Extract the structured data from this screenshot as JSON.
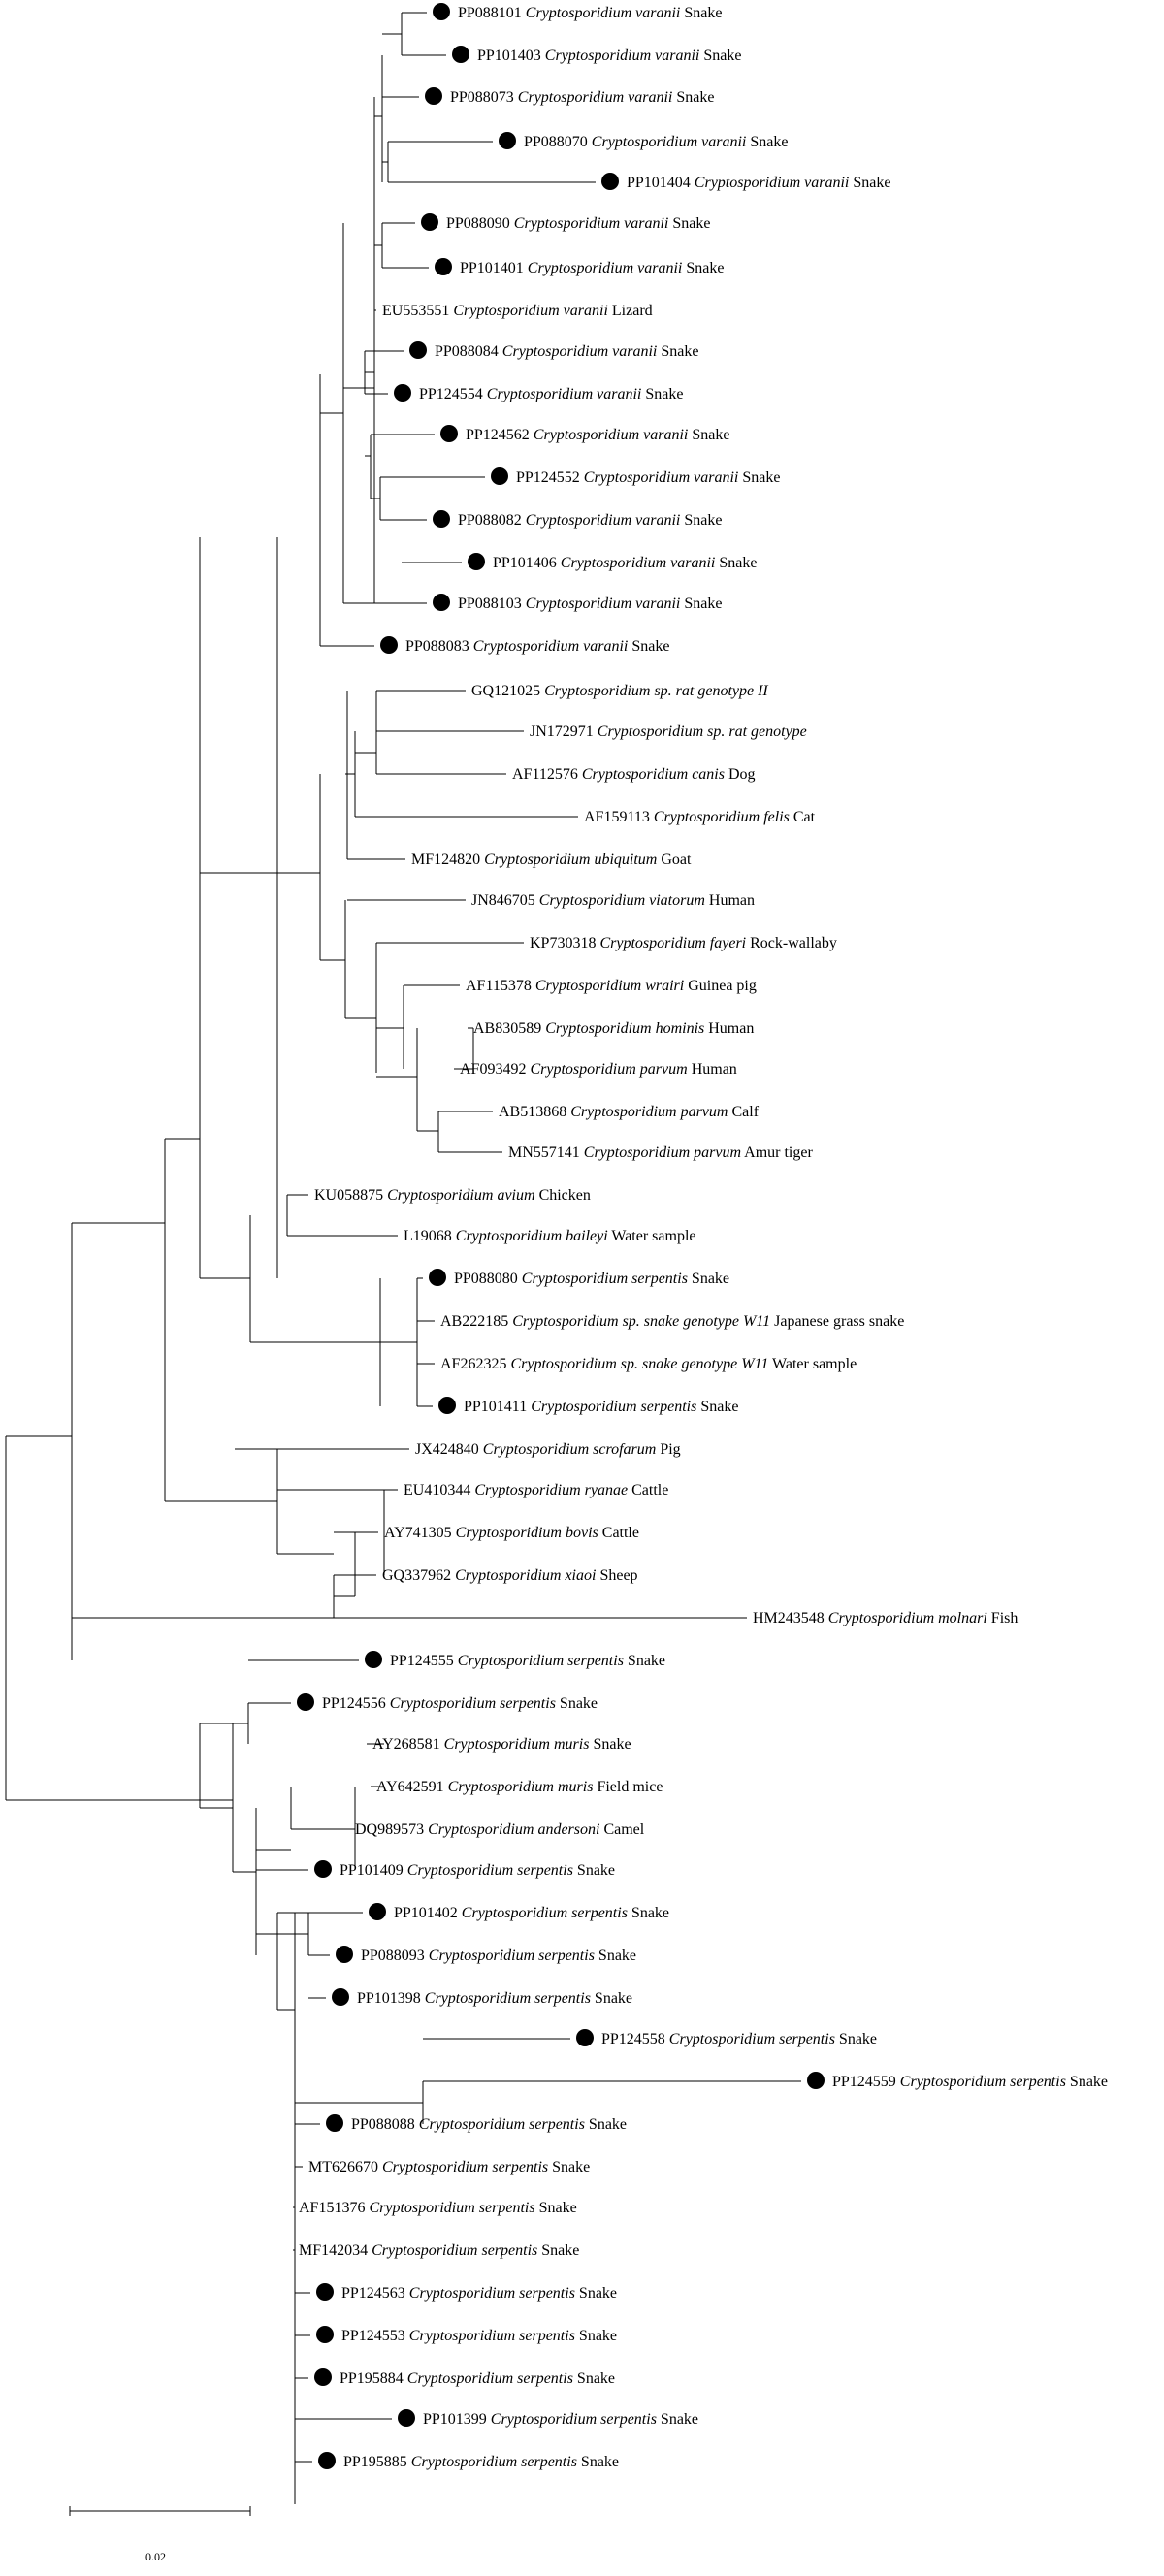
{
  "tree": {
    "leaves": [
      {
        "acc": "PP088101",
        "sp": "Cryptosporidium varanii",
        "host": "Snake",
        "dot": true
      },
      {
        "acc": "PP101403",
        "sp": "Cryptosporidium varanii",
        "host": "Snake",
        "dot": true
      },
      {
        "acc": "PP088073",
        "sp": "Cryptosporidium varanii",
        "host": "Snake",
        "dot": true
      },
      {
        "acc": "PP088070",
        "sp": "Cryptosporidium varanii",
        "host": "Snake",
        "dot": true
      },
      {
        "acc": "PP101404",
        "sp": "Cryptosporidium varanii",
        "host": "Snake",
        "dot": true
      },
      {
        "acc": "PP088090",
        "sp": "Cryptosporidium varanii",
        "host": "Snake",
        "dot": true
      },
      {
        "acc": "PP101401",
        "sp": "Cryptosporidium varanii",
        "host": "Snake",
        "dot": true
      },
      {
        "acc": "EU553551",
        "sp": "Cryptosporidium varanii",
        "host": "Lizard",
        "dot": false
      },
      {
        "acc": "PP088084",
        "sp": "Cryptosporidium varanii",
        "host": "Snake",
        "dot": true
      },
      {
        "acc": "PP124554",
        "sp": "Cryptosporidium varanii",
        "host": "Snake",
        "dot": true
      },
      {
        "acc": "PP124562",
        "sp": "Cryptosporidium varanii",
        "host": "Snake",
        "dot": true
      },
      {
        "acc": "PP124552",
        "sp": "Cryptosporidium varanii",
        "host": "Snake",
        "dot": true
      },
      {
        "acc": "PP088082",
        "sp": "Cryptosporidium varanii",
        "host": "Snake",
        "dot": true
      },
      {
        "acc": "PP101406",
        "sp": "Cryptosporidium varanii",
        "host": "Snake",
        "dot": true
      },
      {
        "acc": "PP088103",
        "sp": "Cryptosporidium varanii",
        "host": "Snake",
        "dot": true
      },
      {
        "acc": "PP088083",
        "sp": "Cryptosporidium varanii",
        "host": "Snake",
        "dot": true
      },
      {
        "acc": "GQ121025",
        "sp": "Cryptosporidium sp. rat genotype II",
        "host": "",
        "dot": false
      },
      {
        "acc": "JN172971",
        "sp": "Cryptosporidium sp. rat genotype",
        "host": "",
        "dot": false
      },
      {
        "acc": "AF112576",
        "sp": "Cryptosporidium canis",
        "host": "Dog",
        "dot": false
      },
      {
        "acc": "AF159113",
        "sp": "Cryptosporidium felis",
        "host": "Cat",
        "dot": false
      },
      {
        "acc": "MF124820",
        "sp": "Cryptosporidium ubiquitum",
        "host": "Goat",
        "dot": false
      },
      {
        "acc": "JN846705",
        "sp": "Cryptosporidium viatorum",
        "host": "Human",
        "dot": false
      },
      {
        "acc": "KP730318",
        "sp": "Cryptosporidium fayeri",
        "host": "Rock-wallaby",
        "dot": false
      },
      {
        "acc": "AF115378",
        "sp": "Cryptosporidium wrairi",
        "host": "Guinea pig",
        "dot": false
      },
      {
        "acc": "AB830589",
        "sp": "Cryptosporidium hominis",
        "host": "Human",
        "dot": false
      },
      {
        "acc": "AF093492",
        "sp": "Cryptosporidium parvum",
        "host": "Human",
        "dot": false
      },
      {
        "acc": "AB513868",
        "sp": "Cryptosporidium parvum",
        "host": "Calf",
        "dot": false
      },
      {
        "acc": "MN557141",
        "sp": "Cryptosporidium parvum",
        "host": "Amur tiger",
        "dot": false
      },
      {
        "acc": "KU058875",
        "sp": "Cryptosporidium avium",
        "host": "Chicken",
        "dot": false
      },
      {
        "acc": "L19068",
        "sp": "Cryptosporidium baileyi",
        "host": "Water sample",
        "dot": false
      },
      {
        "acc": "PP088080",
        "sp": "Cryptosporidium serpentis",
        "host": "Snake",
        "dot": true
      },
      {
        "acc": "AB222185",
        "sp": "Cryptosporidium sp. snake genotype W11",
        "host": "Japanese grass snake",
        "dot": false
      },
      {
        "acc": "AF262325",
        "sp": "Cryptosporidium sp. snake genotype W11",
        "host": "Water sample",
        "dot": false
      },
      {
        "acc": "PP101411",
        "sp": "Cryptosporidium serpentis",
        "host": "Snake",
        "dot": true
      },
      {
        "acc": "JX424840",
        "sp": "Cryptosporidium scrofarum",
        "host": "Pig",
        "dot": false
      },
      {
        "acc": "EU410344",
        "sp": "Cryptosporidium ryanae",
        "host": "Cattle",
        "dot": false
      },
      {
        "acc": "AY741305",
        "sp": "Cryptosporidium bovis",
        "host": "Cattle",
        "dot": false
      },
      {
        "acc": "GQ337962",
        "sp": "Cryptosporidium xiaoi",
        "host": "Sheep",
        "dot": false
      },
      {
        "acc": "HM243548",
        "sp": "Cryptosporidium molnari",
        "host": "Fish",
        "dot": false
      },
      {
        "acc": "PP124555",
        "sp": "Cryptosporidium serpentis",
        "host": "Snake",
        "dot": true
      },
      {
        "acc": "PP124556",
        "sp": "Cryptosporidium serpentis",
        "host": "Snake",
        "dot": true
      },
      {
        "acc": "AY268581",
        "sp": "Cryptosporidium muris",
        "host": "Snake",
        "dot": false
      },
      {
        "acc": "AY642591",
        "sp": "Cryptosporidium muris",
        "host": "Field mice",
        "dot": false
      },
      {
        "acc": "DQ989573",
        "sp": "Cryptosporidium andersoni",
        "host": "Camel",
        "dot": false
      },
      {
        "acc": "PP101409",
        "sp": "Cryptosporidium serpentis",
        "host": "Snake",
        "dot": true
      },
      {
        "acc": "PP101402",
        "sp": "Cryptosporidium serpentis",
        "host": "Snake",
        "dot": true
      },
      {
        "acc": "PP088093",
        "sp": "Cryptosporidium serpentis",
        "host": "Snake",
        "dot": true
      },
      {
        "acc": "PP101398",
        "sp": "Cryptosporidium serpentis",
        "host": "Snake",
        "dot": true
      },
      {
        "acc": "PP124558",
        "sp": "Cryptosporidium serpentis",
        "host": "Snake",
        "dot": true
      },
      {
        "acc": "PP124559",
        "sp": "Cryptosporidium serpentis",
        "host": "Snake",
        "dot": true
      },
      {
        "acc": "PP088088",
        "sp": "Cryptosporidium serpentis",
        "host": "Snake",
        "dot": true
      },
      {
        "acc": "MT626670",
        "sp": "Cryptosporidium serpentis",
        "host": "Snake",
        "dot": false
      },
      {
        "acc": "AF151376",
        "sp": "Cryptosporidium serpentis",
        "host": "Snake",
        "dot": false
      },
      {
        "acc": "MF142034",
        "sp": "Cryptosporidium serpentis",
        "host": "Snake",
        "dot": false
      },
      {
        "acc": "PP124563",
        "sp": "Cryptosporidium serpentis",
        "host": "Snake",
        "dot": true
      },
      {
        "acc": "PP124553",
        "sp": "Cryptosporidium serpentis",
        "host": "Snake",
        "dot": true
      },
      {
        "acc": "PP195884",
        "sp": "Cryptosporidium serpentis",
        "host": "Snake",
        "dot": true
      },
      {
        "acc": "PP101399",
        "sp": "Cryptosporidium serpentis",
        "host": "Snake",
        "dot": true
      },
      {
        "acc": "PP195885",
        "sp": "Cryptosporidium serpentis",
        "host": "Snake",
        "dot": true
      }
    ],
    "scale_label": "0.02"
  }
}
